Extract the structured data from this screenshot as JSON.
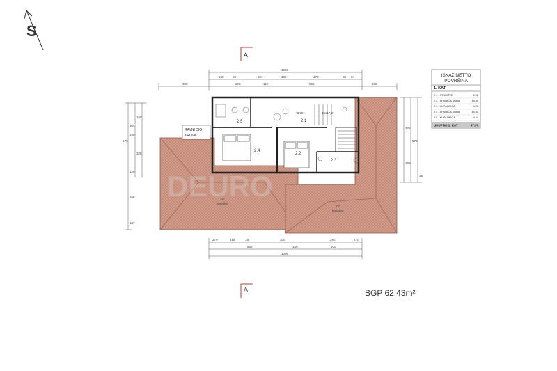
{
  "north": {
    "label": "S"
  },
  "section_markers": {
    "top": "A",
    "bottom": "A"
  },
  "table": {
    "title_line1": "ISKAZ NETTO",
    "title_line2": "POVRŠINA",
    "section": "1. KAT",
    "rows": [
      {
        "code": "2.1",
        "name": "STUBIŠTE",
        "area": "8.92"
      },
      {
        "code": "2.2",
        "name": "SPAVAĆA SOBA",
        "area": "14.50"
      },
      {
        "code": "2.3",
        "name": "KUPAONICA",
        "area": "4.50"
      },
      {
        "code": "2.4",
        "name": "SPAVAĆA SOBA",
        "area": "15.41"
      },
      {
        "code": "2.5",
        "name": "KUPAONICA",
        "area": "4.64"
      }
    ],
    "total_label": "UKUPNO 1. KAT",
    "total_value": "47.97"
  },
  "rooms": [
    "2.1",
    "2.2",
    "2.3",
    "2.4",
    "2.5"
  ],
  "flat_roof": {
    "line1": "RAVNI DIO",
    "line2": "KROVA"
  },
  "stair_label": "16x17,2",
  "level": "+3,00",
  "roof_notes": {
    "slope": "18°",
    "gutter": "kanalice"
  },
  "dims": {
    "top_total": "1095",
    "top_parts": [
      "398",
      "140",
      "60",
      "290",
      "301",
      "110",
      "100",
      "595",
      "370",
      "60",
      "64",
      "268"
    ],
    "bottom_total": "1095",
    "bottom_parts": [
      "270",
      "415",
      "15",
      "300",
      "280",
      "270",
      "555",
      "140",
      "400"
    ],
    "left": [
      "304",
      "570",
      "160",
      "140",
      "325",
      "126",
      "268",
      "137"
    ],
    "right": [
      "325",
      "570",
      "159",
      "38"
    ]
  },
  "bgp": "BGP 62,43m²",
  "watermark": "DEURO"
}
